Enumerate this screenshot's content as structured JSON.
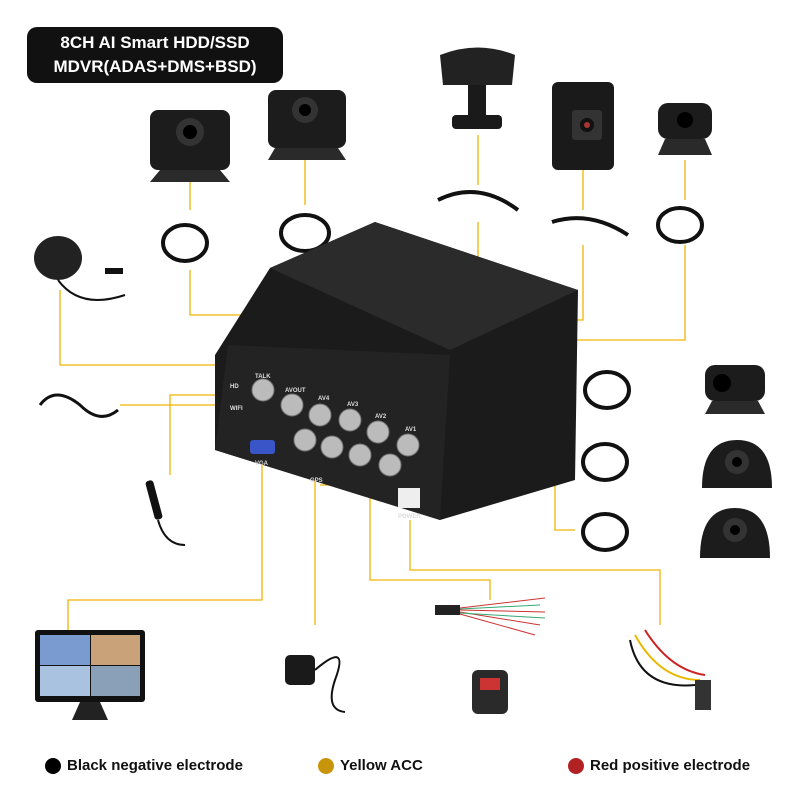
{
  "title": {
    "line1": "8CH AI Smart  HDD/SSD",
    "line2": "MDVR(ADAS+DMS+BSD)"
  },
  "dvr_labels": {
    "talk": "TALK",
    "avout": "AVOUT",
    "av4": "AV4",
    "av3": "AV3",
    "av2": "AV2",
    "av1": "AV1",
    "vga": "VGA",
    "gps": "GPS",
    "power": "POWER",
    "hd": "HD",
    "wifi": "WIFI"
  },
  "legend": [
    {
      "label": "Black negative electrode",
      "color": "#000000"
    },
    {
      "label": "Yellow ACC",
      "color": "#c8950a"
    },
    {
      "label": "Red positive electrode",
      "color": "#b22222"
    }
  ],
  "colors": {
    "wire": "#f0b400",
    "device": "#1c1c1c"
  }
}
